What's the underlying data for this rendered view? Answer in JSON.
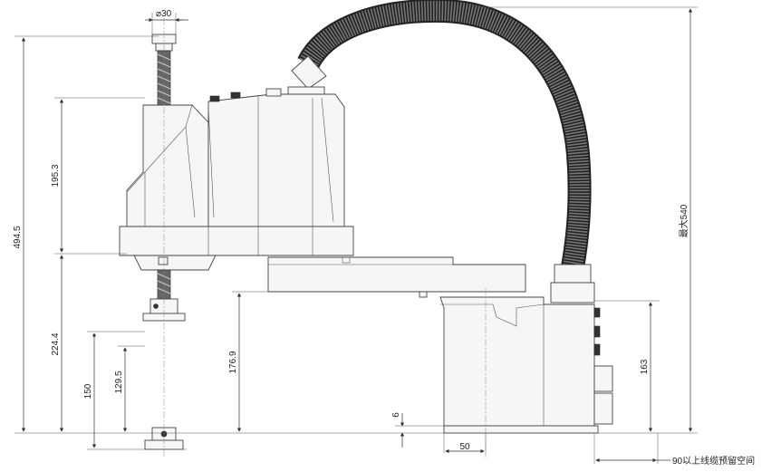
{
  "dimensions": {
    "shaft_diameter": "⌀30",
    "total_height": "494.5",
    "upper_section": "195.3",
    "lower_section": "224.4",
    "flange_height": "150",
    "flange_height_2": "129.5",
    "arm_height": "176.9",
    "base_height": "163",
    "base_plate": "6",
    "base_width": "50",
    "cable_height": "最大540",
    "cable_space_note": "90以上线缆预留空间"
  }
}
